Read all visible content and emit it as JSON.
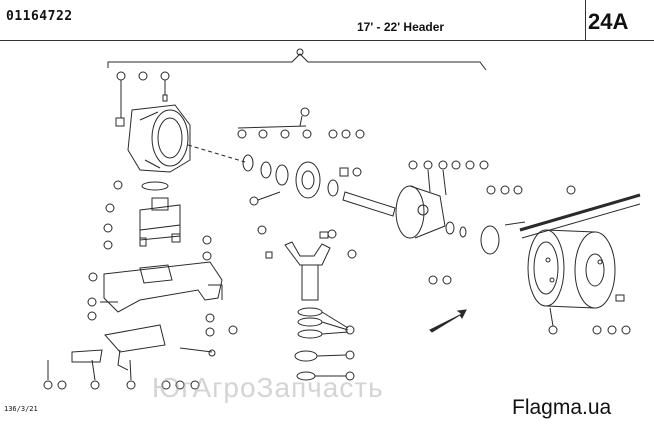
{
  "header": {
    "part_number": "01164722",
    "title": "17' - 22'  Header",
    "page_code": "24A"
  },
  "footer": {
    "drawing_no": "136/3/21",
    "watermark": "ЮгАгроЗапчасть",
    "site": "Flagma.ua"
  },
  "colors": {
    "ink": "#2a2a2a",
    "paper": "#ffffff"
  }
}
